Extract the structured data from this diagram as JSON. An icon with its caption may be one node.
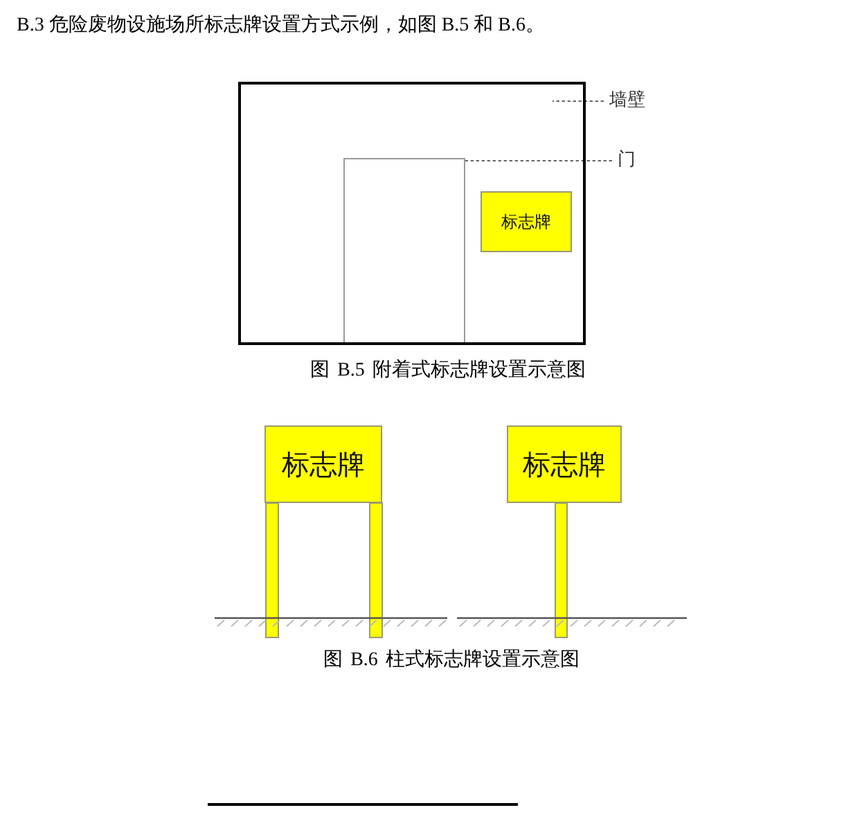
{
  "diagram": {
    "nodes": [
      {
        "text": [],
        "shape": "box"
      },
      {
        "text": [],
        "shape": "box",
        "in": 0
      },
      {
        "text": [
          "标志牌"
        ],
        "in": 0
      },
      {
        "text": [
          "墙壁"
        ]
      },
      {
        "text": [
          "门"
        ]
      },
      {
        "text": [
          "标志牌"
        ]
      },
      {
        "text": [
          "标志牌"
        ]
      }
    ],
    "edges": [
      {
        "from": 3,
        "to": 0,
        "arrow": "none",
        "style": "dashed"
      },
      {
        "from": 4,
        "to": 1,
        "arrow": "none",
        "style": "dashed"
      }
    ],
    "labels": [
      "B.3 危险废物设施场所标志牌设置方式示例，如图 B.5 和 B.6。",
      "图 B.5 附着式标志牌设置示意图",
      "图 B.6 柱式标志牌设置示意图"
    ]
  }
}
